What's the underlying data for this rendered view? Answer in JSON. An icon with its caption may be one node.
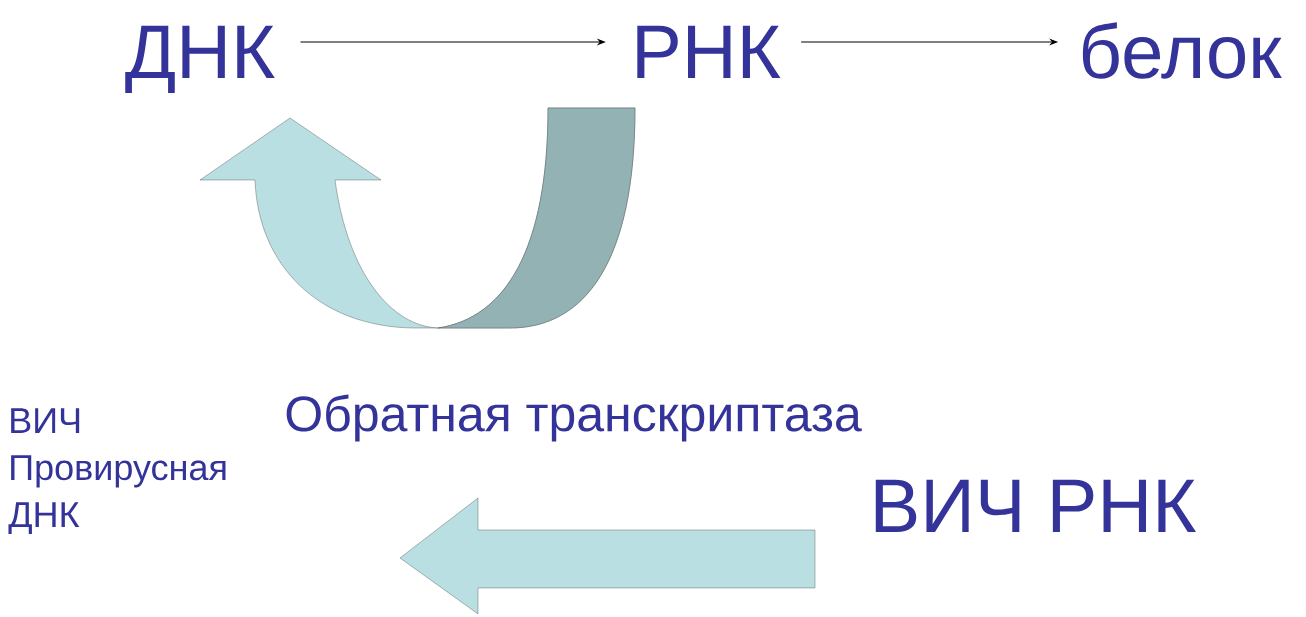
{
  "diagram": {
    "nodes": [
      {
        "text": [
          "ДНК"
        ]
      },
      {
        "text": [
          "РНК"
        ]
      },
      {
        "text": [
          "белок"
        ]
      },
      {
        "text": [
          "ВИЧ Провирусная ДНК"
        ]
      },
      {
        "text": [
          "ВИЧ РНК"
        ]
      }
    ],
    "edges": [
      {
        "from": 0,
        "to": 1,
        "arrow": "to"
      },
      {
        "from": 1,
        "to": 2,
        "arrow": "to"
      },
      {
        "from": 1,
        "to": 0,
        "arrow": "to"
      },
      {
        "from": 4,
        "to": 3,
        "arrow": "to",
        "label": "Обратная транскриптаза"
      }
    ]
  }
}
